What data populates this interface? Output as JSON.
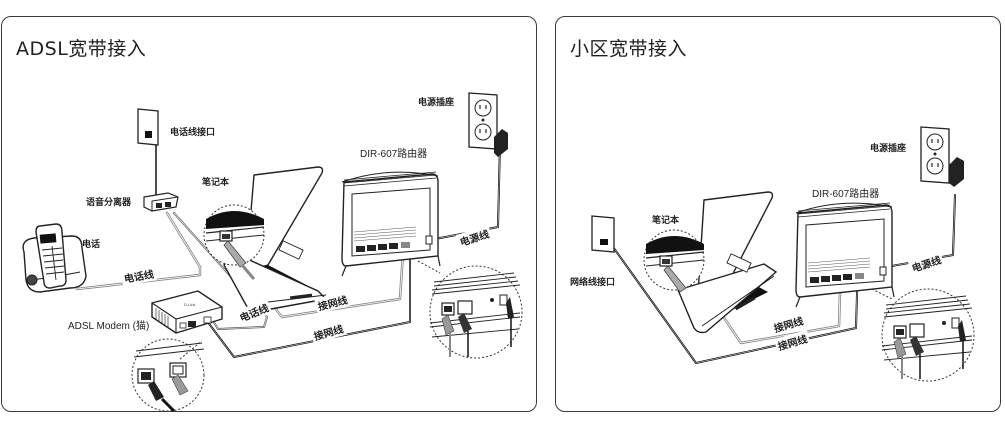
{
  "panels": [
    {
      "title": "ADSL宽带接入",
      "labels": {
        "phone_jack": "电话线接口",
        "splitter": "语音分离器",
        "phone": "电话",
        "laptop": "笔记本",
        "router": "DIR-607路由器",
        "outlet": "电源插座",
        "modem": "ADSL Modem (猫)"
      },
      "cables": {
        "phone_cable_1": "电话线",
        "phone_cable_2": "电话线",
        "lan_cable_1": "接网线",
        "lan_cable_2": "接网线",
        "power_cable": "电源线"
      }
    },
    {
      "title": "小区宽带接入",
      "labels": {
        "wall_jack": "网络线接口",
        "laptop": "笔记本",
        "router": "DIR-607路由器",
        "outlet": "电源插座"
      },
      "cables": {
        "lan_cable_1": "接网线",
        "lan_cable_2": "接网线",
        "power_cable": "电源线"
      }
    }
  ]
}
